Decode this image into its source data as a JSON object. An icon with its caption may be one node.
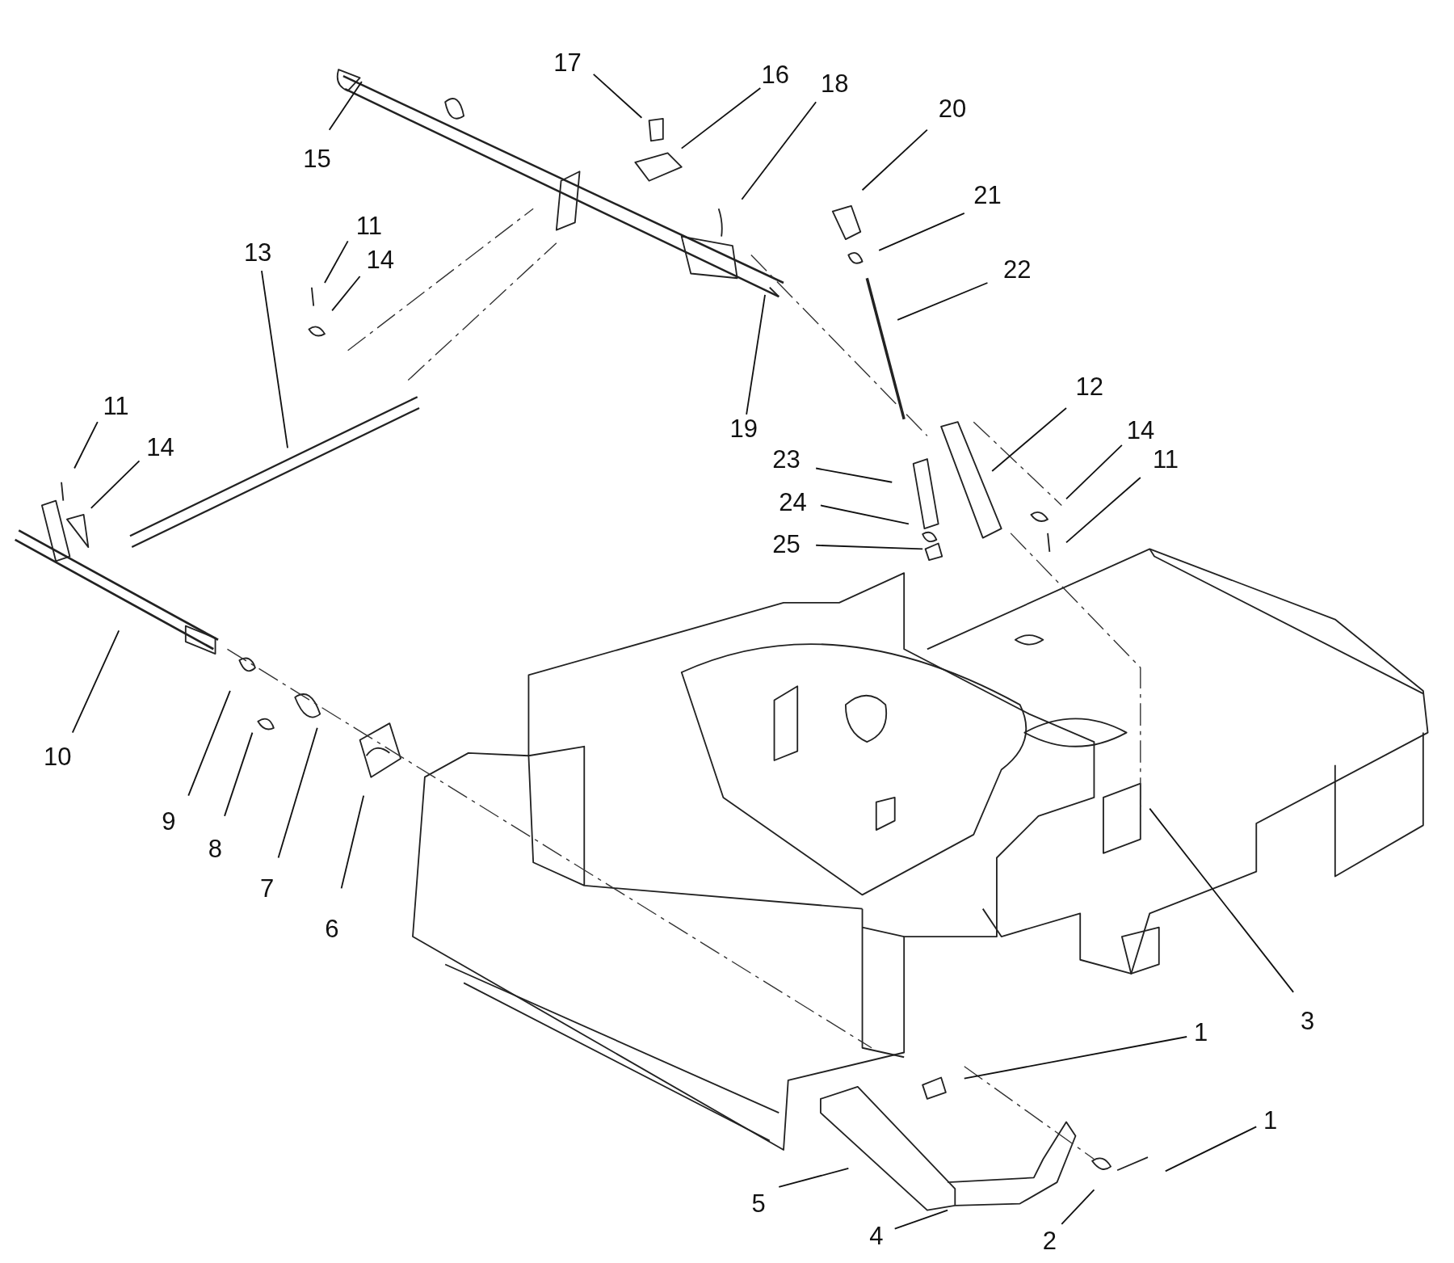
{
  "diagram": {
    "nodes": [
      {
        "text": [
          "17"
        ]
      },
      {
        "text": [
          "16"
        ]
      },
      {
        "text": [
          "18"
        ]
      },
      {
        "text": [
          "15"
        ]
      },
      {
        "text": [
          "20"
        ]
      },
      {
        "text": [
          "21"
        ]
      },
      {
        "text": [
          "11"
        ]
      },
      {
        "text": [
          "14"
        ]
      },
      {
        "text": [
          "13"
        ]
      },
      {
        "text": [
          "22"
        ]
      },
      {
        "text": [
          "12"
        ]
      },
      {
        "text": [
          "19"
        ]
      },
      {
        "text": [
          "11"
        ]
      },
      {
        "text": [
          "14"
        ]
      },
      {
        "text": [
          "23"
        ]
      },
      {
        "text": [
          "14"
        ]
      },
      {
        "text": [
          "11"
        ]
      },
      {
        "text": [
          "24"
        ]
      },
      {
        "text": [
          "25"
        ]
      },
      {
        "text": [
          "10"
        ]
      },
      {
        "text": [
          "9"
        ]
      },
      {
        "text": [
          "8"
        ]
      },
      {
        "text": [
          "7"
        ]
      },
      {
        "text": [
          "6"
        ]
      },
      {
        "text": [
          "3"
        ]
      },
      {
        "text": [
          "1"
        ]
      },
      {
        "text": [
          "1"
        ]
      },
      {
        "text": [
          "5"
        ]
      },
      {
        "text": [
          "4"
        ]
      },
      {
        "text": [
          "2"
        ]
      }
    ],
    "edges": [
      {
        "from": 0,
        "to": null,
        "arrow": "none"
      },
      {
        "from": 1,
        "to": null,
        "arrow": "none"
      },
      {
        "from": 2,
        "to": null,
        "arrow": "none"
      },
      {
        "from": 3,
        "to": null,
        "arrow": "none"
      },
      {
        "from": 4,
        "to": null,
        "arrow": "none"
      },
      {
        "from": 5,
        "to": null,
        "arrow": "none"
      },
      {
        "from": 6,
        "to": null,
        "arrow": "none"
      },
      {
        "from": 7,
        "to": null,
        "arrow": "none"
      },
      {
        "from": 8,
        "to": null,
        "arrow": "none"
      },
      {
        "from": 9,
        "to": null,
        "arrow": "none"
      },
      {
        "from": 10,
        "to": null,
        "arrow": "none"
      },
      {
        "from": 11,
        "to": null,
        "arrow": "none"
      },
      {
        "from": 12,
        "to": null,
        "arrow": "none"
      },
      {
        "from": 13,
        "to": null,
        "arrow": "none"
      },
      {
        "from": 14,
        "to": null,
        "arrow": "none"
      },
      {
        "from": 15,
        "to": null,
        "arrow": "none"
      },
      {
        "from": 16,
        "to": null,
        "arrow": "none"
      },
      {
        "from": 17,
        "to": null,
        "arrow": "none"
      },
      {
        "from": 18,
        "to": null,
        "arrow": "none"
      },
      {
        "from": 19,
        "to": null,
        "arrow": "none"
      },
      {
        "from": 20,
        "to": null,
        "arrow": "none"
      },
      {
        "from": 21,
        "to": null,
        "arrow": "none"
      },
      {
        "from": 22,
        "to": null,
        "arrow": "none"
      },
      {
        "from": 23,
        "to": null,
        "arrow": "none"
      },
      {
        "from": 24,
        "to": null,
        "arrow": "none"
      },
      {
        "from": 25,
        "to": null,
        "arrow": "none"
      },
      {
        "from": 26,
        "to": null,
        "arrow": "none"
      },
      {
        "from": 27,
        "to": null,
        "arrow": "none"
      },
      {
        "from": 28,
        "to": null,
        "arrow": "none"
      },
      {
        "from": 29,
        "to": null,
        "arrow": "none"
      }
    ]
  }
}
